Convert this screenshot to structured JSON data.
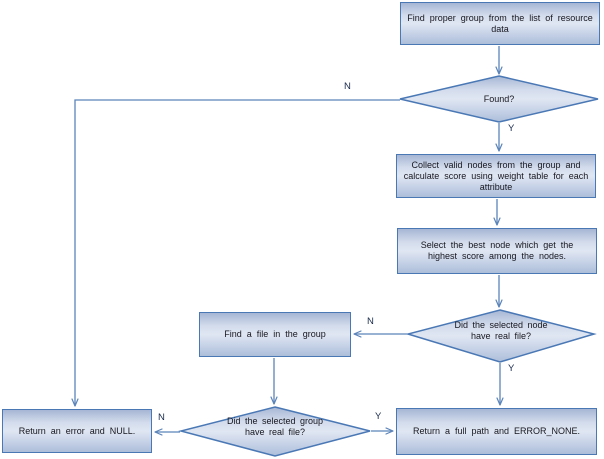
{
  "nodes": {
    "find_group": {
      "label": "Find proper group from the list of resource data"
    },
    "found": {
      "label": "Found?"
    },
    "collect": {
      "label": "Collect valid nodes from the group and calculate score using weight table for each attribute"
    },
    "select_best": {
      "label": "Select the best node which get the highest score among the nodes."
    },
    "node_real_file": {
      "label": "Did the selected node have real file?"
    },
    "find_file": {
      "label": "Find a file in the group"
    },
    "group_real_file": {
      "label": "Did the selected group have real file?"
    },
    "return_error": {
      "label": "Return an error and NULL."
    },
    "return_path": {
      "label": "Return a full path and ERROR_NONE."
    }
  },
  "edge_labels": {
    "found_no": "N",
    "found_yes": "Y",
    "node_no": "N",
    "node_yes": "Y",
    "group_no": "N",
    "group_yes": "Y"
  },
  "colors": {
    "shape_border": "#4a78b5",
    "connector": "#5b84ba",
    "fill_top": "#a6b6d4",
    "fill_mid": "#e0e7f3",
    "fill_bottom": "#adbeda",
    "text": "#17171f",
    "edge_label_text": "#1a2b4d"
  }
}
